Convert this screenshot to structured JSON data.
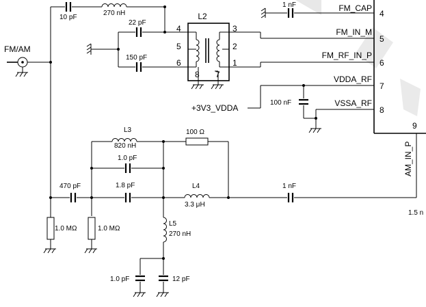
{
  "components": {
    "c_10pf": "10 pF",
    "l_270nh_top": "270 nH",
    "c_22pf": "22 pF",
    "c_150pf": "150 pF",
    "transformer": "L2",
    "c_1nf_cap": "1 nF",
    "c_100nf": "100 nF",
    "l3_name": "L3",
    "l3_value": "820 nH",
    "r_100": "100 Ω",
    "c_1p0": "1.0 pF",
    "c_470pf": "470 pF",
    "c_1p8": "1.8 pF",
    "l4_name": "L4",
    "l4_value": "3.3 μH",
    "c_1nf_am": "1 nF",
    "r_1m_a": "1.0 MΩ",
    "r_1m_b": "1.0 MΩ",
    "l5_name": "L5",
    "l5_value": "270 nH",
    "c_1p0_bottom": "1.0 pF",
    "c_12pf": "12 pF",
    "right_fragment": "1.5 n"
  },
  "transformer_pins": {
    "p4": "4",
    "p5": "5",
    "p6": "6",
    "p3": "3",
    "p2": "2",
    "p1": "1",
    "p8": "8",
    "p7": "7"
  },
  "nets": {
    "fm_am": "FM/AM",
    "vdda": "+3V3_VDDA",
    "fm_cap": "FM_CAP",
    "fm_in_m": "FM_IN_M",
    "fm_rf_in_p": "FM_RF_IN_P",
    "vdda_rf": "VDDA_RF",
    "vssa_rf": "VSSA_RF",
    "am_in_p": "AM_IN_P"
  },
  "ic_pins": {
    "p4": "4",
    "p5": "5",
    "p6": "6",
    "p7": "7",
    "p8": "8",
    "p9": "9"
  }
}
